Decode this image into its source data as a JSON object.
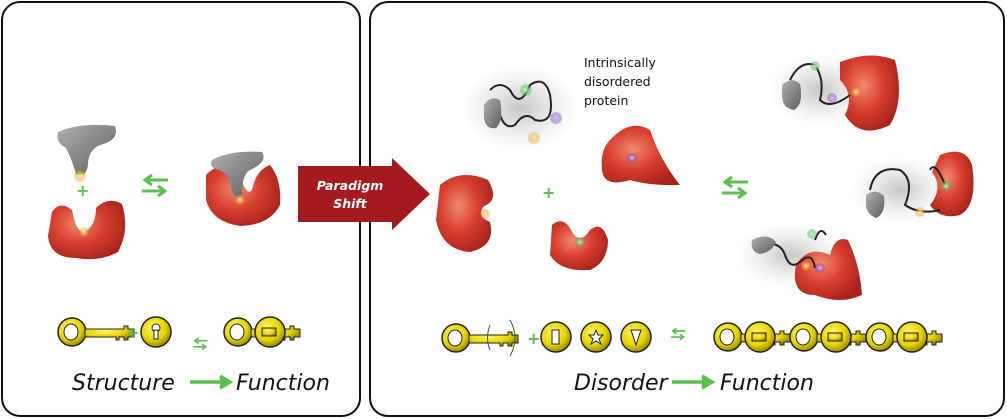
{
  "left_panel": {
    "caption_left": "Structure",
    "caption_right": "Function",
    "plus": "+"
  },
  "paradigm_arrow": {
    "line1": "Paradigm",
    "line2": "Shift"
  },
  "right_panel": {
    "idp_label_lines": [
      "Intrinsically",
      "disordered",
      "protein"
    ],
    "caption_left": "Disorder",
    "caption_right": "Function",
    "plus": "+"
  },
  "colors": {
    "protein_red": "#d2392c",
    "arrow_green": "#5cbf4f",
    "shift_arrow": "#a31b1e",
    "key_yellow": "#e8d800",
    "ligand_gray": "#8a8a8a"
  }
}
